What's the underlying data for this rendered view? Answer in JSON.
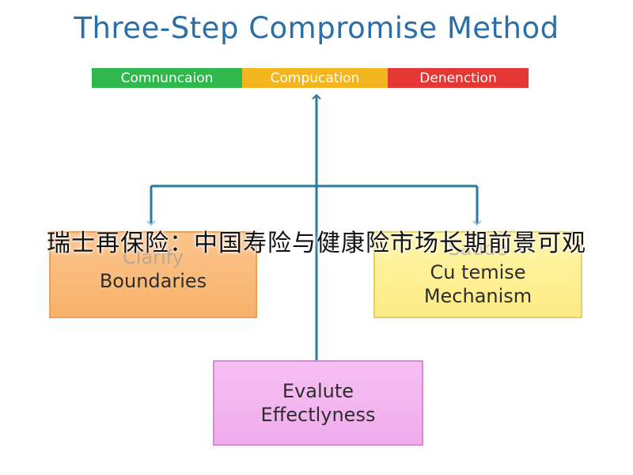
{
  "title": "Three-Step Compromise Method",
  "bars": [
    {
      "label": "Comnuncaion"
    },
    {
      "label": "Compucation"
    },
    {
      "label": "Denenction"
    }
  ],
  "boxes": {
    "left": {
      "line1": "Clarify",
      "line2": "Boundaries"
    },
    "right": {
      "line1": "Sadde",
      "line2": "Cu temise",
      "line3": "Mechanism"
    },
    "bottom": {
      "line1": "Evalute",
      "line2": "Effectlyness"
    }
  },
  "overlay_text": "瑞士再保险：中国寿险与健康险市场长期前景可观",
  "colors": {
    "title": "#2a6fa8",
    "bar_green": "#2fb84c",
    "bar_yellow": "#f3b61f",
    "bar_red": "#e53835",
    "connector": "#2b7a9e",
    "box_orange": "#f8b26a",
    "box_yellow": "#fdec85",
    "box_pink": "#f0aced"
  }
}
